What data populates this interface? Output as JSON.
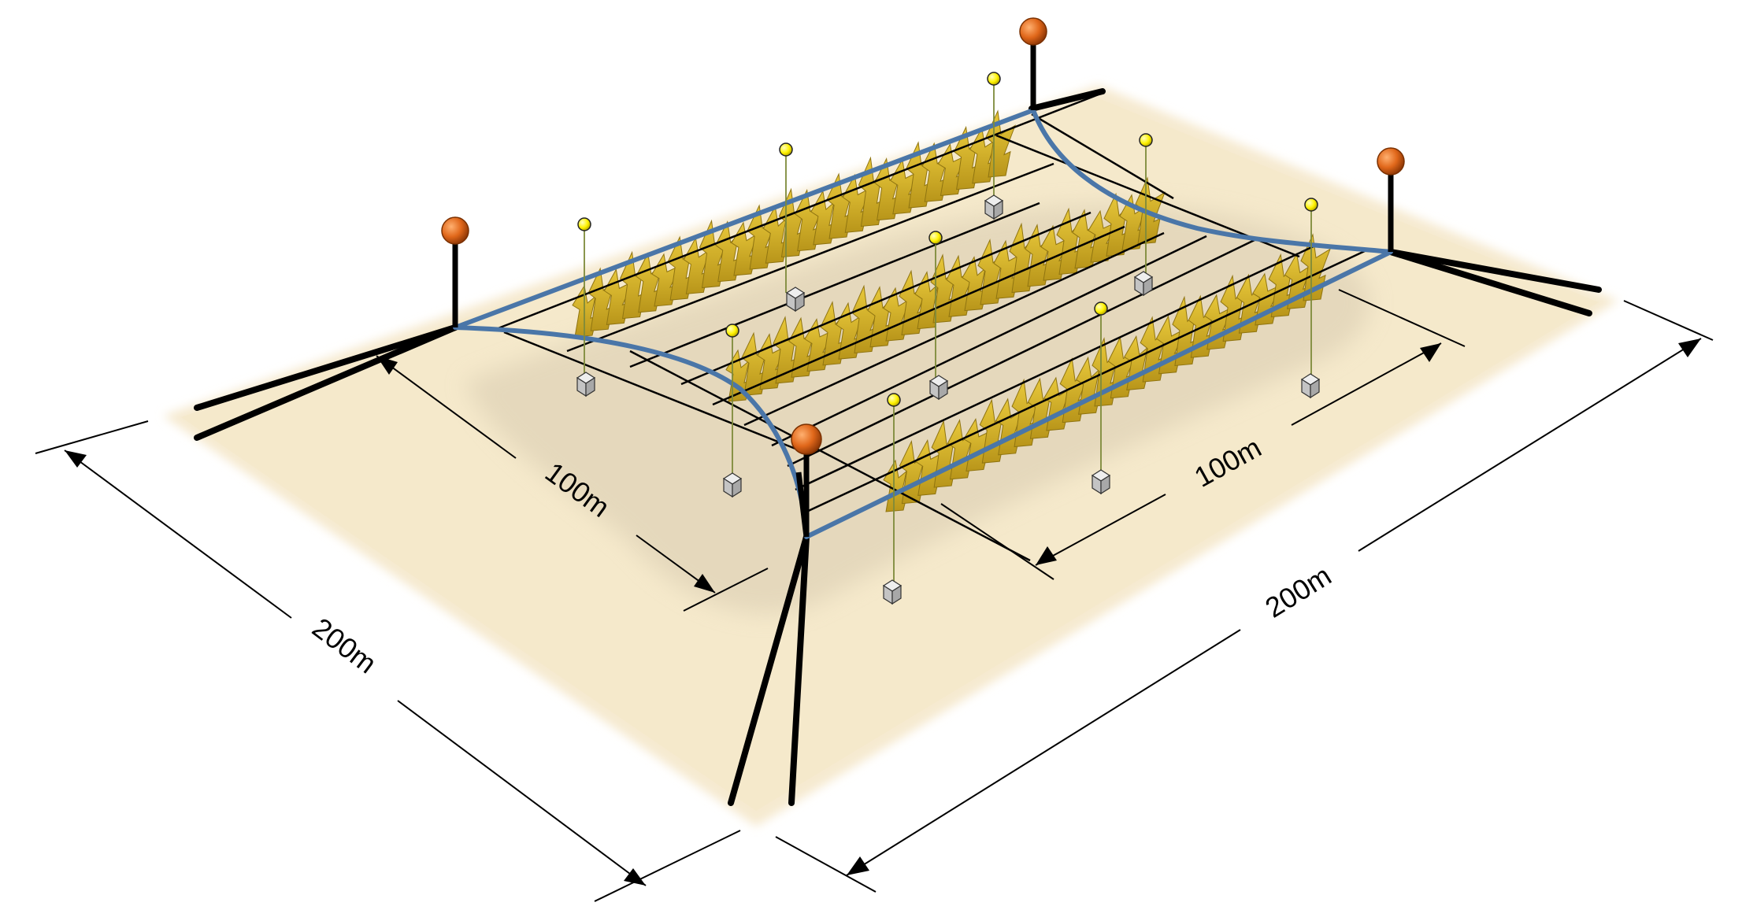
{
  "labels": {
    "outer_left": "200m",
    "outer_right": "200m",
    "inner_left": "100m",
    "inner_right": "100m"
  },
  "colors": {
    "ground": "#f6ead0",
    "shadow": "#d8cbb0",
    "boundary": "#4a76a8",
    "pole_ball": "#e0671a",
    "sensor_ball": "#fff200",
    "crop": "#d4b21f",
    "box": "#d0d0d0"
  },
  "icons": {
    "pole": "pole-icon",
    "sensor": "sensor-icon",
    "box": "ground-box-icon",
    "crop": "crop-icon"
  }
}
